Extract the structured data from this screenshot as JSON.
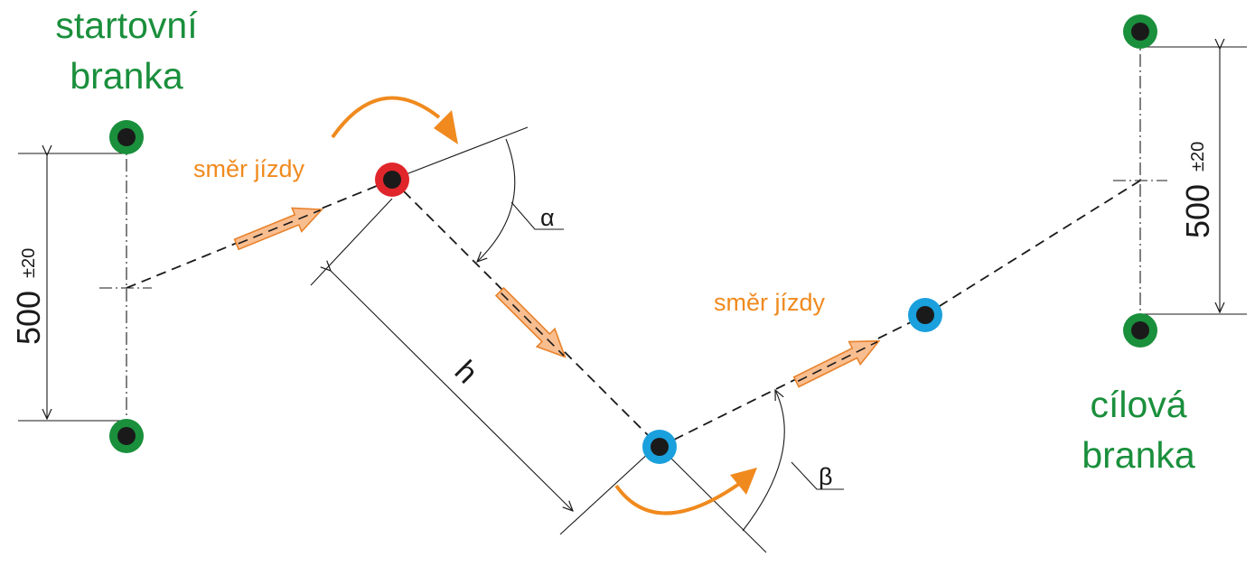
{
  "labels": {
    "start_gate_line1": "startovní",
    "start_gate_line2": "branka",
    "finish_gate_line1": "cílová",
    "finish_gate_line2": "branka",
    "direction_1": "směr jízdy",
    "direction_2": "směr jízdy",
    "alpha": "α",
    "beta": "β",
    "h": "h",
    "dim_left_value": "500",
    "dim_left_tol": "±20",
    "dim_right_value": "500",
    "dim_right_tol": "±20"
  },
  "colors": {
    "gate_green": "#1a8f3c",
    "label_green": "#1a8f3c",
    "orange": "#f08a1e",
    "arrow_fill": "#f9be90",
    "arrow_stroke": "#e8822b",
    "red": "#e0262b",
    "blue": "#1aa0dc",
    "black": "#1a1a1a"
  }
}
